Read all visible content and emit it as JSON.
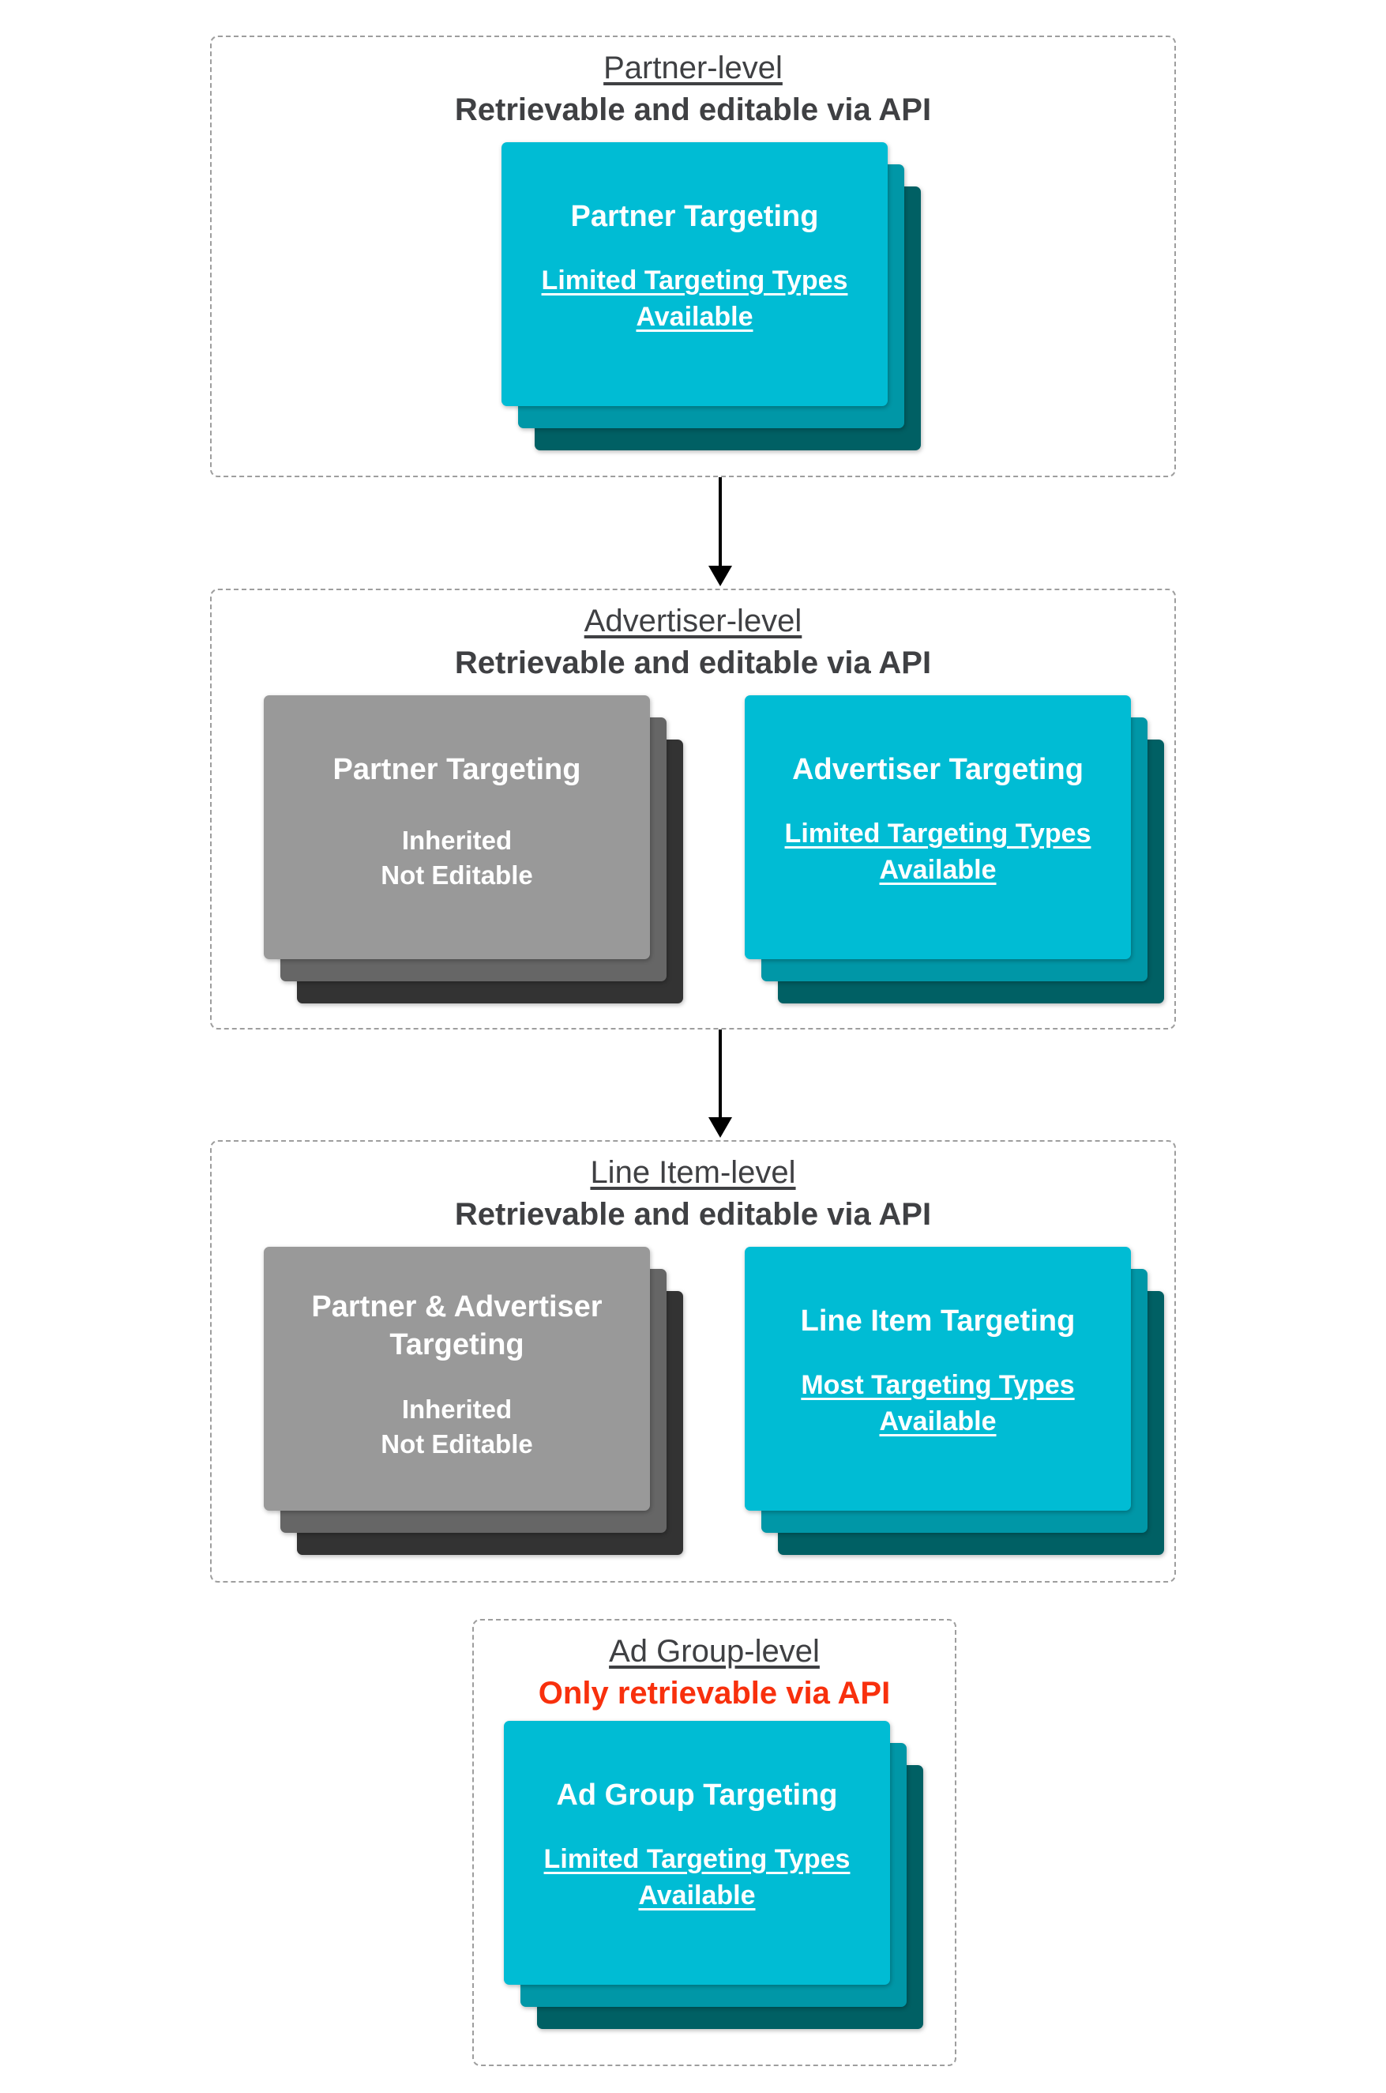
{
  "colors": {
    "background": "#ffffff",
    "dashed_border": "#9e9e9e",
    "heading_text": "#3f4043",
    "alert_text": "#f8300d",
    "card_text": "#ffffff",
    "cyan_card": "#00bcd4",
    "cyan_layer_mid": "#0097a7",
    "cyan_layer_dark": "#006064",
    "gray_card": "#999999",
    "gray_layer_mid": "#666666",
    "gray_layer_dark": "#333333",
    "arrow": "#000000"
  },
  "sections": [
    {
      "title": "Partner-level",
      "subtitle": "Retrievable and editable via API",
      "cards": [
        {
          "title": "Partner Targeting",
          "subtitle": "Limited Targeting Types Available"
        }
      ]
    },
    {
      "title": "Advertiser-level",
      "subtitle": "Retrievable and editable via API",
      "cards": [
        {
          "title": "Partner Targeting",
          "lines": [
            "Inherited",
            "Not Editable"
          ]
        },
        {
          "title": "Advertiser Targeting",
          "subtitle": "Limited Targeting Types Available"
        }
      ]
    },
    {
      "title": "Line Item-level",
      "subtitle": "Retrievable and editable via API",
      "cards": [
        {
          "title": "Partner & Advertiser Targeting",
          "lines": [
            "Inherited",
            "Not Editable"
          ]
        },
        {
          "title": "Line Item Targeting",
          "subtitle": "Most Targeting Types Available"
        }
      ]
    },
    {
      "title": "Ad Group-level",
      "subtitle": "Only retrievable via API",
      "cards": [
        {
          "title": "Ad Group Targeting",
          "subtitle": "Limited Targeting Types Available"
        }
      ]
    }
  ]
}
